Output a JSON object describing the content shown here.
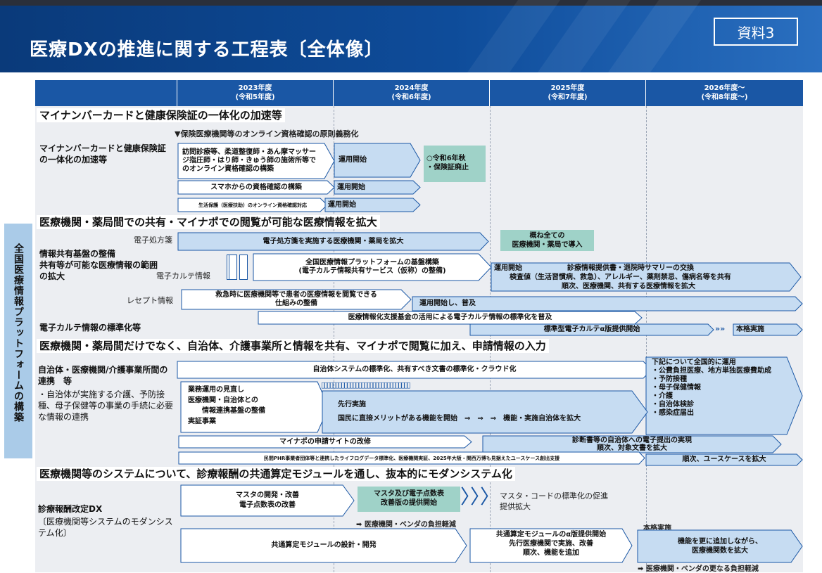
{
  "header": {
    "title": "医療DXの推進に関する工程表〔全体像〕",
    "doc_number": "資料3"
  },
  "years": [
    {
      "year": "2023年度",
      "era": "(令和5年度)"
    },
    {
      "year": "2024年度",
      "era": "(令和6年度)"
    },
    {
      "year": "2025年度",
      "era": "(令和7年度)"
    },
    {
      "year": "2026年度～",
      "era": "(令和8年度～)"
    }
  ],
  "sidebar_label": "全国医療情報プラットフォームの構築",
  "section1": {
    "heading": "マイナンバーカードと健康保険証の一体化の加速等",
    "row_label": "マイナンバーカードと健康保険証の一体化の加速等",
    "milestone": "▼保険医療機関等のオンライン資格確認の原則義務化",
    "box1": "訪問診療等、柔道整復師・あん摩マッサージ指圧師・はり師・きゅう師の施術所等でのオンライン資格確認の構築",
    "arrow1": "運用開始",
    "teal1": "○令和6年秋\n・保険証廃止",
    "box2": "スマホからの資格確認の構築",
    "arrow2": "運用開始",
    "box3": "生活保護（医療扶助）のオンライン資格確認対応",
    "arrow3": "運用開始"
  },
  "section2": {
    "heading": "医療機関・薬局間での共有・マイナポでの閲覧が可能な医療情報を拡大",
    "label_rx": "電子処方箋",
    "arrow_rx": "電子処方箋を実施する医療機関・薬局を拡大",
    "teal_rx": "概ね全ての\n医療機関・薬局で導入",
    "row_label_a": "情報共有基盤の整備\n共有等が可能な医療情報の範囲の拡大",
    "label_ehr": "電子カルテ情報",
    "arrow_ehr": "全国医療情報プラットフォームの基盤構築\n(電子カルテ情報共有サービス（仮称）の整備)",
    "ehr_start": "運用開始",
    "ehr_text1": "診療情報提供書・退院時サマリーの交換",
    "ehr_text2": "検査値（生活習慣病、救急）、アレルギー、薬剤禁忌、傷病名等を共有",
    "ehr_text3": "順次、医療機関、共有する医療情報を拡大",
    "label_receipt": "レセプト情報",
    "arrow_receipt": "救急時に医療機関等で患者の医療情報を閲覧できる\n仕組みの整備",
    "receipt_start": "運用開始し、普及",
    "row_label_b": "電子カルテ情報の標準化等",
    "arrow_std": "医療情報化支援基金の活用による電子カルテ情報の標準化を普及",
    "arrow_std2": "標準型電子カルテα版提供開始",
    "full_impl": "本格実施"
  },
  "section3": {
    "heading": "医療機関・薬局間だけでなく、自治体、介護事業所と情報を共有、マイナポで閲覧に加え、申請情報の入力",
    "row_label": "自治体・医療機関/介護事業所間の連携　等",
    "row_desc": "・自治体が実施する介護、予防接種、母子保健等の事業の手続に必要な情報の連携",
    "arrow_std": "自治体システムの標準化、共有すべき文書の標準化・クラウド化",
    "nation_title": "下記について全国的に運用",
    "nation_items": [
      "・公費負担医療、地方単独医療費助成",
      "・予防接種",
      "・母子保健情報",
      "・介護",
      "・自治体検診",
      "・感染症届出"
    ],
    "box_review": "業務運用の見直し\n医療機関・自治体との\n　　情報連携基盤の整備\n実証事業",
    "advance": "先行実施",
    "advance_text": "国民に直接メリットがある機能を開始　⇒　⇒　⇒　機能・実施自治体を拡大",
    "arrow_mynaportal": "マイナポの申請サイトの改修",
    "arrow_medcert": "診断書等の自治体への電子提出の実現",
    "medcert_sub": "順次、対象文書を拡大",
    "arrow_phr": "民間PHR事業者団体等と連携したライフログデータ標準化、医療機関実証、2025年大阪・関西万博も見据えたユースケース創出支援",
    "phr_sub": "順次、ユースケースを拡大"
  },
  "section4": {
    "heading": "医療機関等のシステムについて、診療報酬の共通算定モジュールを通し、抜本的にモダンシステム化",
    "row_label": "診療報酬改定DX",
    "row_desc": "〔医療機関等システムのモダンシステム化〕",
    "arrow_master": "マスタの開発・改善\n電子点数表の改善",
    "teal_master": "マスタ及び電子点数表\n改善版の提供開始",
    "master_next": "マスタ・コードの標準化の促進\n提供拡大",
    "note1": "➡ 医療機関・ベンダの負担軽減",
    "arrow_module": "共通算定モジュールの設計・開発",
    "module_alpha": "共通算定モジュールのα版提供開始",
    "module_alpha_sub": "先行医療機関で実施、改善\n順次、機能を追加",
    "full_impl": "本格実施",
    "full_impl_text": "機能を更に追加しながら、\n医療機関数を拡大",
    "note2": "➡ 医療機関・ベンダの更なる負担軽減"
  },
  "colors": {
    "header_blue": "#0e4c9a",
    "year_blue": "#1a57a5",
    "arrow_fill": "#c6dcf2",
    "teal": "#9fd2c8",
    "sidebar": "#aacbe8"
  }
}
